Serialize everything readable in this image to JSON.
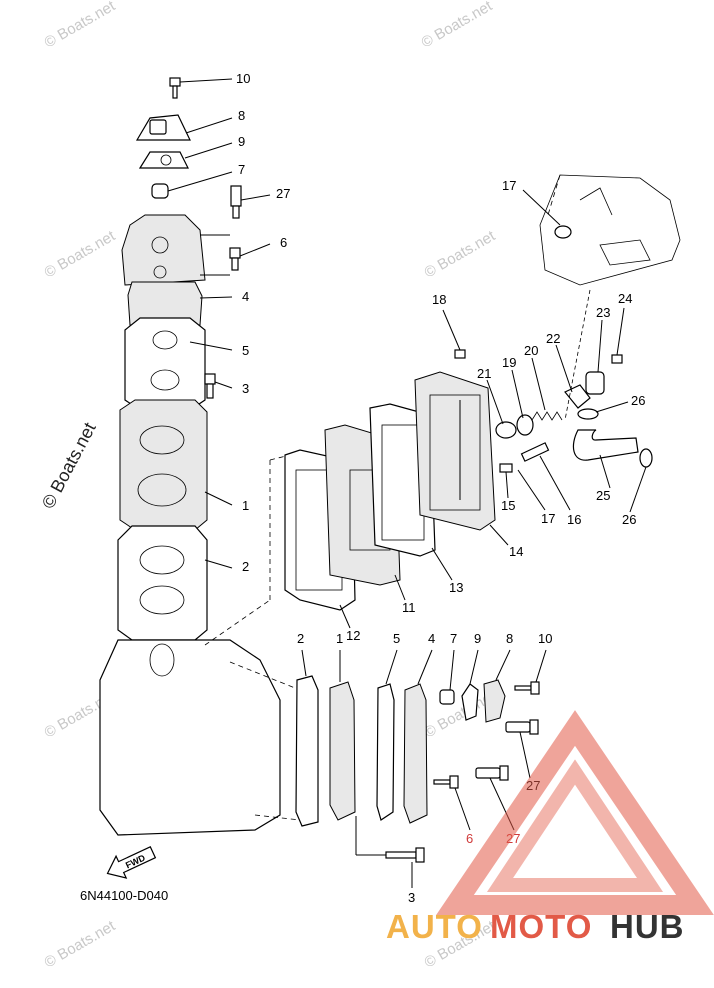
{
  "watermark_text": "© Boats.net",
  "diagram_code": "6N44100-D040",
  "fwd_label": "FWD",
  "brand": {
    "part1": "AUTO",
    "part2": "MOTO",
    "part3": "HUB",
    "color_primary": "#f2b24a",
    "color_secondary": "#e25a47",
    "color_dark": "#333333"
  },
  "callouts": [
    "10",
    "8",
    "9",
    "7",
    "27",
    "6",
    "4",
    "5",
    "3",
    "1",
    "2",
    "17",
    "18",
    "19",
    "20",
    "21",
    "22",
    "23",
    "24",
    "26",
    "25",
    "16",
    "15",
    "14",
    "13",
    "11",
    "12",
    "17",
    "26",
    "2",
    "1",
    "5",
    "4",
    "7",
    "9",
    "8",
    "10",
    "27",
    "6",
    "27",
    "3"
  ]
}
